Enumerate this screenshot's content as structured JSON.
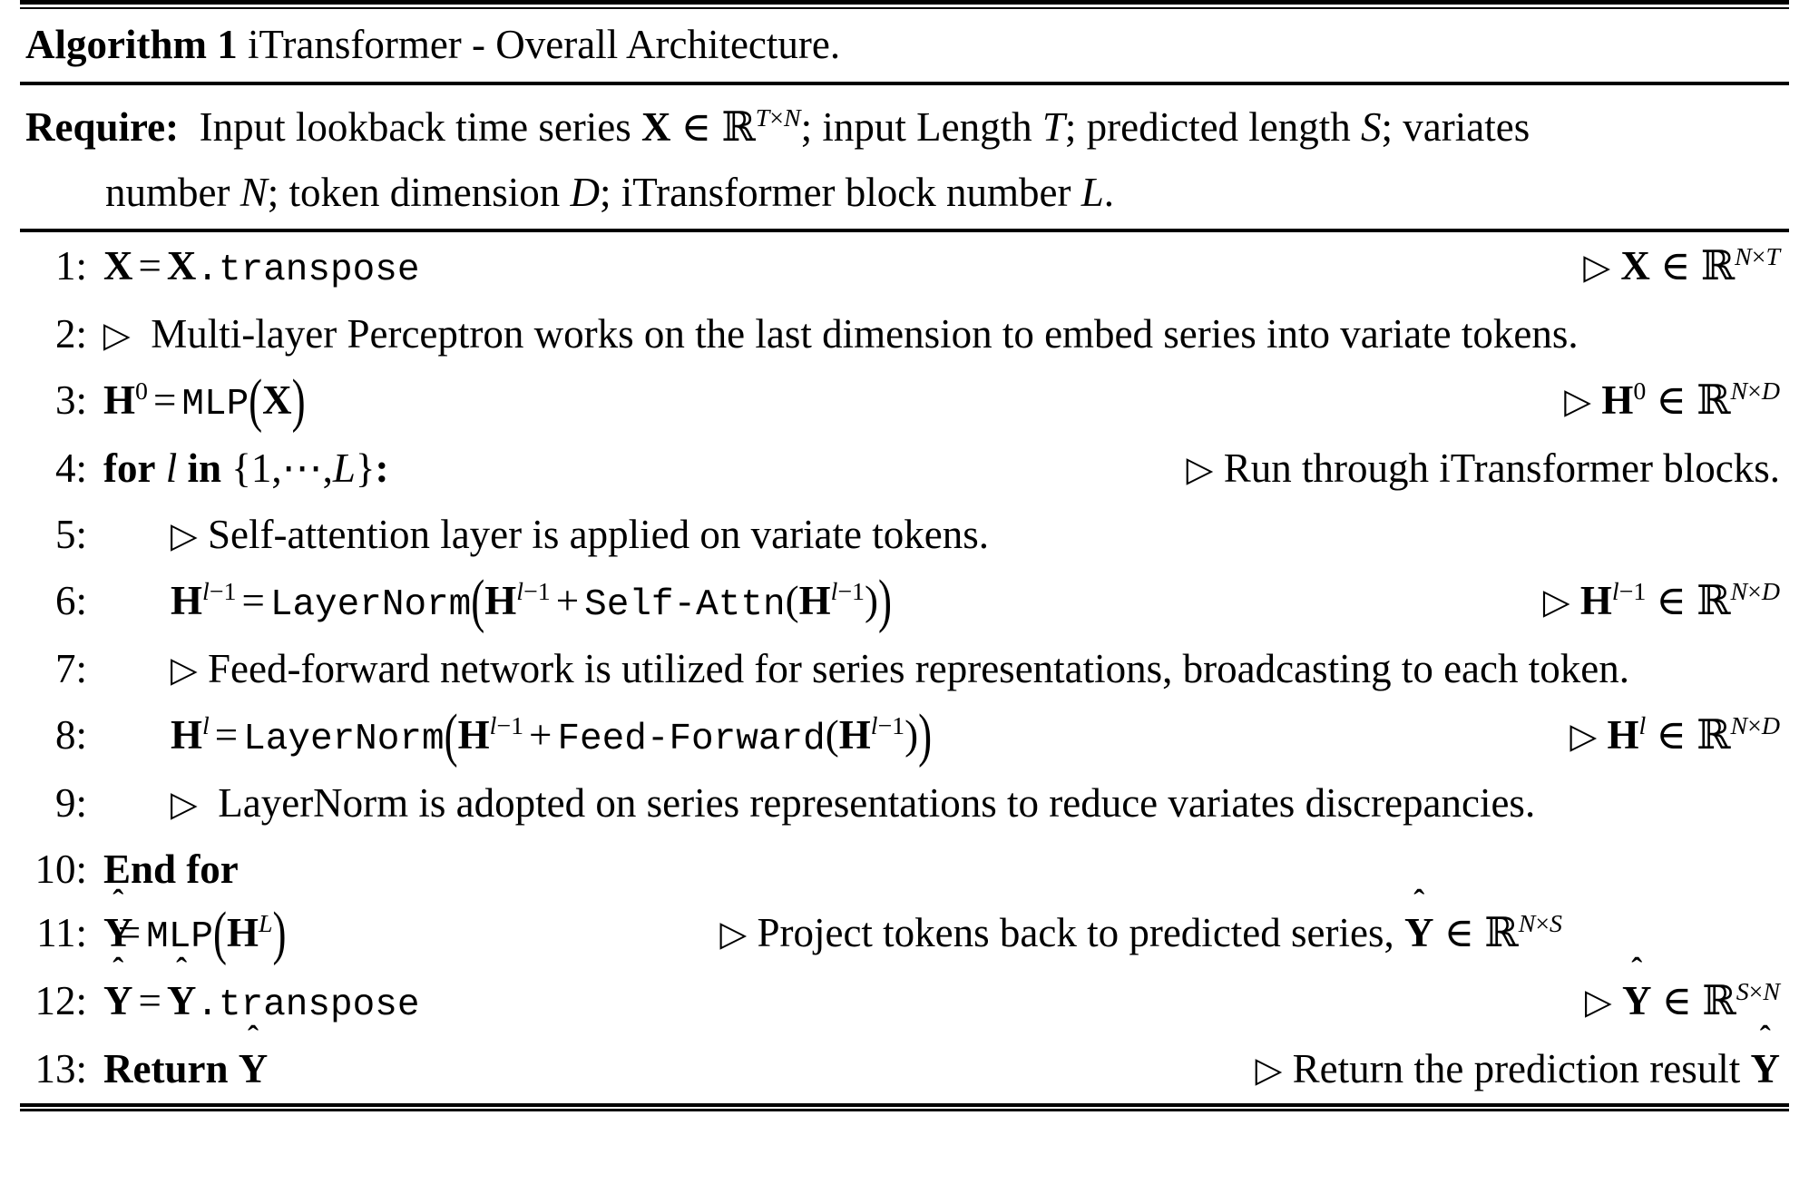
{
  "algorithm": {
    "label": "Algorithm 1",
    "title": "iTransformer - Overall Architecture.",
    "require": {
      "label": "Require:",
      "line1": "Input lookback time series X ∈ ℝ^{T×N}; input Length T; predicted length S; variates",
      "line2": "number N; token dimension D; iTransformer block number L."
    },
    "lines": [
      {
        "no": "1:",
        "indent": false,
        "code": "X = X.transpose",
        "comment": "▷ X ∈ ℝ^{N×T}",
        "comment_pos": "right"
      },
      {
        "no": "2:",
        "indent": false,
        "code": "▷ Multi-layer Perceptron works on the last dimension to embed series into variate tokens.",
        "comment": "",
        "comment_pos": "none"
      },
      {
        "no": "3:",
        "indent": false,
        "code": "H⁰ = MLP(X)",
        "comment": "▷ H⁰ ∈ ℝ^{N×D}",
        "comment_pos": "right"
      },
      {
        "no": "4:",
        "indent": false,
        "code": "for l in {1,⋯,L}:",
        "comment": "▷ Run through iTransformer blocks.",
        "comment_pos": "right"
      },
      {
        "no": "5:",
        "indent": true,
        "code": "▷ Self-attention layer is applied on variate tokens.",
        "comment": "",
        "comment_pos": "none"
      },
      {
        "no": "6:",
        "indent": true,
        "code": "H^{l-1} = LayerNorm(H^{l-1} + Self-Attn(H^{l-1}))",
        "comment": "▷ H^{l-1} ∈ ℝ^{N×D}",
        "comment_pos": "right"
      },
      {
        "no": "7:",
        "indent": true,
        "code": "▷ Feed-forward network is utilized for series representations, broadcasting to each token.",
        "comment": "",
        "comment_pos": "none"
      },
      {
        "no": "8:",
        "indent": true,
        "code": "H^{l} = LayerNorm(H^{l-1} + Feed-Forward(H^{l-1}))",
        "comment": "▷ H^{l} ∈ ℝ^{N×D}",
        "comment_pos": "right"
      },
      {
        "no": "9:",
        "indent": true,
        "code": "▷ LayerNorm is adopted on series representations to reduce variates discrepancies.",
        "comment": "",
        "comment_pos": "none"
      },
      {
        "no": "10:",
        "indent": false,
        "code": "End for",
        "comment": "",
        "comment_pos": "none"
      },
      {
        "no": "11:",
        "indent": false,
        "code": "Ŷ = MLP(H^{L})",
        "comment": "▷ Project tokens back to predicted series, Ŷ ∈ ℝ^{N×S}",
        "comment_pos": "mid"
      },
      {
        "no": "12:",
        "indent": false,
        "code": "Ŷ = Ŷ.transpose",
        "comment": "▷ Ŷ ∈ ℝ^{S×N}",
        "comment_pos": "right"
      },
      {
        "no": "13:",
        "indent": false,
        "code": "Return Ŷ",
        "comment": "▷ Return the prediction result Ŷ",
        "comment_pos": "right"
      }
    ]
  }
}
